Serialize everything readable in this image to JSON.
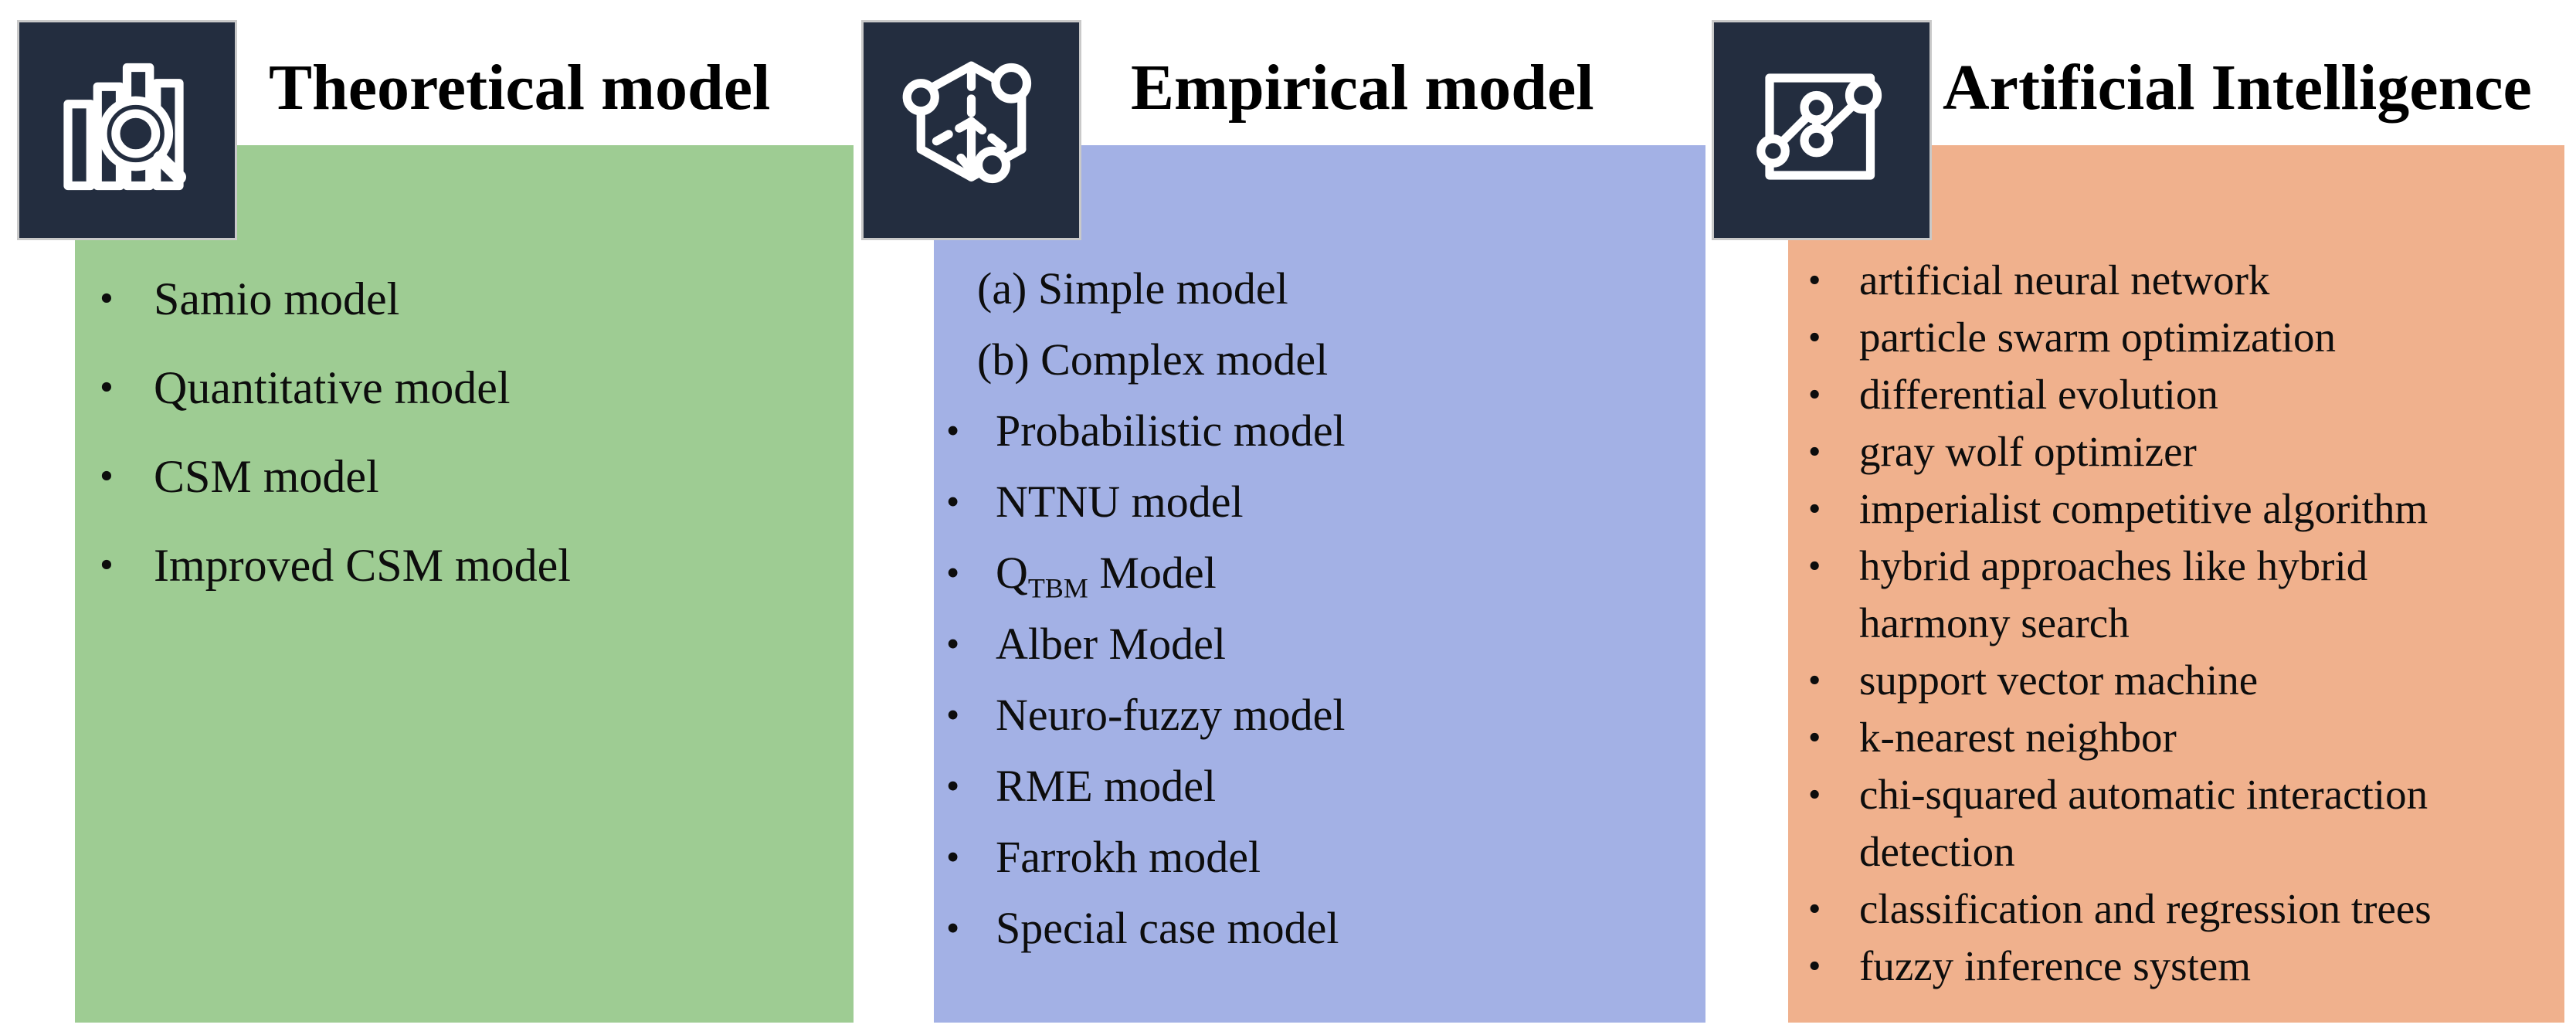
{
  "figure": {
    "bullet": "•",
    "colors": {
      "icon_bg": "#232D3F",
      "green": "#9ECC93",
      "blue": "#A3B1E5",
      "orange": "#F0B18D",
      "icon_stroke": "#FFFFFF",
      "text_color": "#000000"
    },
    "panels": [
      {
        "title": "Theoretical model",
        "icon": "bar-chart-magnifier-icon",
        "items": [
          {
            "text": "Samio model"
          },
          {
            "text": "Quantitative model"
          },
          {
            "text": "CSM model"
          },
          {
            "text": "Improved CSM model"
          }
        ]
      },
      {
        "title": "Empirical model",
        "icon": "cube-dimensions-icon",
        "lead_items": [
          {
            "text": "(a) Simple model"
          },
          {
            "text": "(b) Complex model"
          }
        ],
        "items": [
          {
            "text": "Probabilistic model"
          },
          {
            "text": "NTNU model"
          },
          {
            "text": "Q",
            "sub": "TBM",
            "rest": " Model"
          },
          {
            "text": "Alber Model"
          },
          {
            "text": "Neuro-fuzzy model"
          },
          {
            "text": "RME model"
          },
          {
            "text": "Farrokh model"
          },
          {
            "text": "Special case model"
          }
        ]
      },
      {
        "title": "Artificial Intelligence",
        "icon": "trend-chart-icon",
        "items": [
          {
            "text": "artificial neural network"
          },
          {
            "text": "particle swarm optimization"
          },
          {
            "text": "differential evolution"
          },
          {
            "text": "gray wolf optimizer"
          },
          {
            "text": "imperialist competitive algorithm"
          },
          {
            "text": "hybrid approaches like hybrid",
            "text2": "harmony search"
          },
          {
            "text": "support vector machine"
          },
          {
            "text": "k-nearest neighbor"
          },
          {
            "text": "chi-squared automatic interaction",
            "text2": "detection"
          },
          {
            "text": "classification and regression trees"
          },
          {
            "text": "fuzzy inference system"
          }
        ]
      }
    ]
  }
}
